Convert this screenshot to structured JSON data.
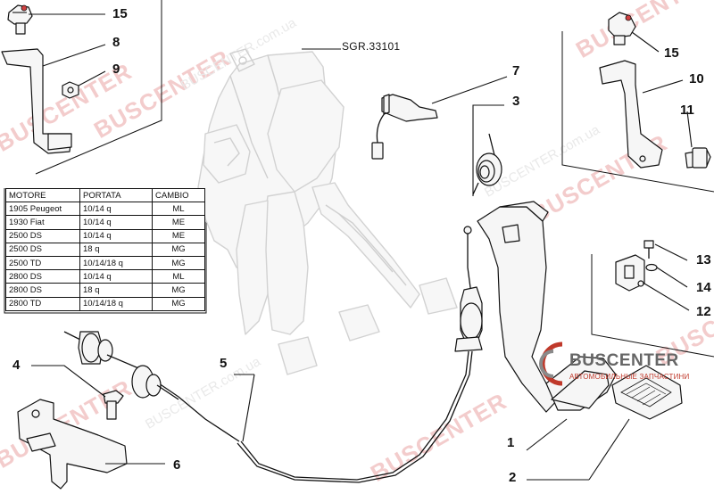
{
  "reference_code": "SGR.33101",
  "callouts": {
    "c15_left": "15",
    "c8": "8",
    "c9": "9",
    "c7": "7",
    "c3": "3",
    "c15_right": "15",
    "c10": "10",
    "c11": "11",
    "c13": "13",
    "c14": "14",
    "c12": "12",
    "c4": "4",
    "c5": "5",
    "c6": "6",
    "c1": "1",
    "c2": "2"
  },
  "table": {
    "headers": [
      "MOTORE",
      "PORTATA",
      "CAMBIO"
    ],
    "rows": [
      [
        "1905 Peugeot",
        "10/14 q",
        "ML"
      ],
      [
        "1930 Fiat",
        "10/14 q",
        "ME"
      ],
      [
        "2500 DS",
        "10/14 q",
        "ME"
      ],
      [
        "2500 DS",
        "18 q",
        "MG"
      ],
      [
        "2500 TD",
        "10/14/18 q",
        "MG"
      ],
      [
        "2800 DS",
        "10/14 q",
        "ML"
      ],
      [
        "2800 DS",
        "18 q",
        "MG"
      ],
      [
        "2800 TD",
        "10/14/18 q",
        "MG"
      ]
    ]
  },
  "watermark": {
    "text": "BUSCENTER",
    "subtext": "BUSCENTER.com.ua"
  },
  "logo": {
    "brand": "BUSCENTER",
    "tagline": "АВТОМОБИЛЬНЫЕ ЗАПЧАСТИНИ"
  },
  "colors": {
    "watermark": "#f3cccc",
    "logo_accent": "#c0392b",
    "line": "#111111"
  }
}
